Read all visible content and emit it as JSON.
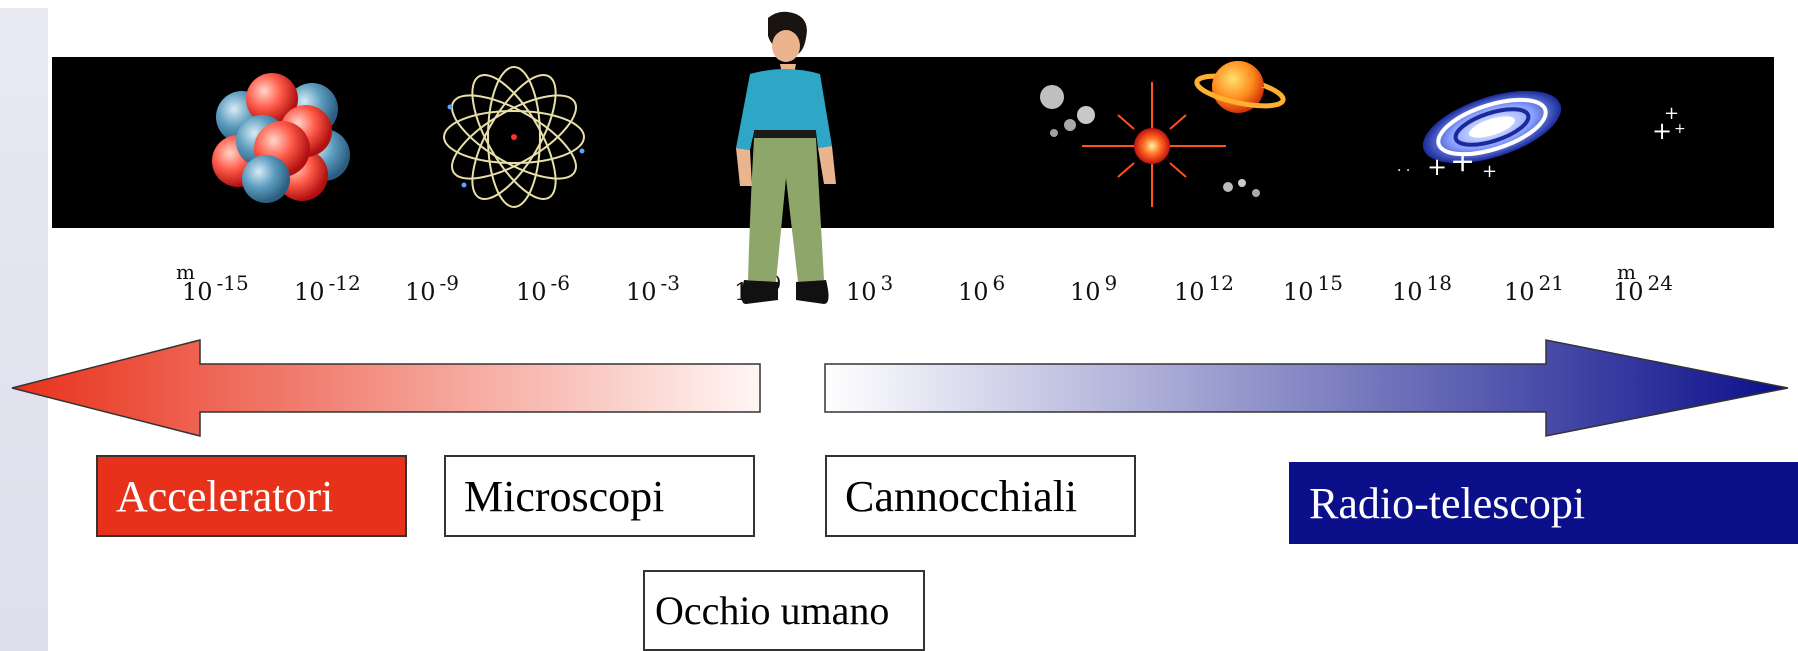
{
  "scale": {
    "unit_left": "m",
    "unit_right": "m",
    "ticks": [
      {
        "base": "10",
        "exp": "-15"
      },
      {
        "base": "10",
        "exp": "-12"
      },
      {
        "base": "10",
        "exp": "-9"
      },
      {
        "base": "10",
        "exp": "-6"
      },
      {
        "base": "10",
        "exp": "-3"
      },
      {
        "base": "10",
        "exp": "0"
      },
      {
        "base": "10",
        "exp": "3"
      },
      {
        "base": "10",
        "exp": "6"
      },
      {
        "base": "10",
        "exp": "9"
      },
      {
        "base": "10",
        "exp": "12"
      },
      {
        "base": "10",
        "exp": "15"
      },
      {
        "base": "10",
        "exp": "18"
      },
      {
        "base": "10",
        "exp": "21"
      },
      {
        "base": "10",
        "exp": "24"
      }
    ]
  },
  "instruments": {
    "accelerators": "Acceleratori",
    "microscopes": "Microscopi",
    "telescopes": "Cannocchiali",
    "radio_telescopes": "Radio-telescopi",
    "human_eye": "Occhio umano"
  },
  "colors": {
    "accelerators": "#e8311b",
    "radio_telescopes": "#0b0f8a",
    "arrow_left": "#e8311b",
    "arrow_right": "#0b0f8a"
  },
  "icons": [
    "nucleus-icon",
    "atom-icon",
    "human-figure",
    "solar-system-icon",
    "galaxy-icon"
  ]
}
